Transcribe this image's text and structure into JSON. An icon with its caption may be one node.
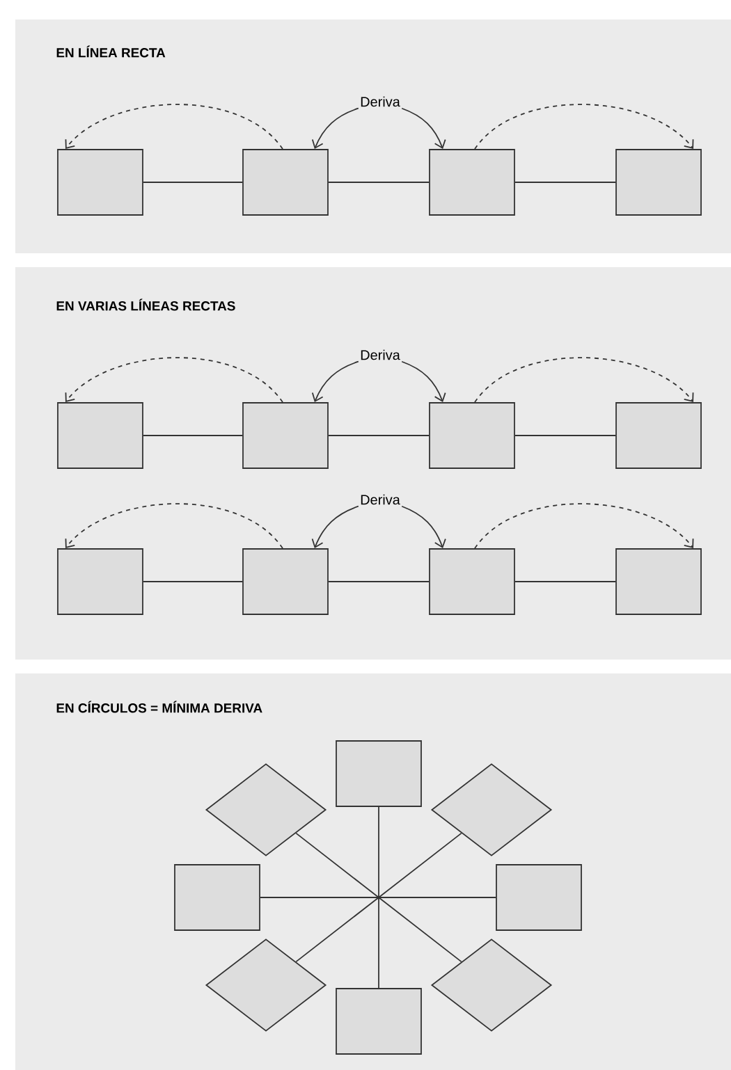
{
  "diagram": {
    "nodes": [
      {
        "text": [
          "EN LÍNEA RECTA"
        ]
      },
      {
        "text": [],
        "shape": "box",
        "in": 0
      },
      {
        "text": [],
        "shape": "box",
        "in": 0
      },
      {
        "text": [],
        "shape": "box",
        "in": 0
      },
      {
        "text": [],
        "shape": "box",
        "in": 0
      },
      {
        "text": [
          "Deriva"
        ],
        "in": 0
      },
      {
        "text": [
          "EN VARIAS LÍNEAS RECTAS"
        ]
      },
      {
        "text": [],
        "shape": "box",
        "in": 6
      },
      {
        "text": [],
        "shape": "box",
        "in": 6
      },
      {
        "text": [],
        "shape": "box",
        "in": 6
      },
      {
        "text": [],
        "shape": "box",
        "in": 6
      },
      {
        "text": [
          "Deriva"
        ],
        "in": 6
      },
      {
        "text": [],
        "shape": "box",
        "in": 6
      },
      {
        "text": [],
        "shape": "box",
        "in": 6
      },
      {
        "text": [],
        "shape": "box",
        "in": 6
      },
      {
        "text": [],
        "shape": "box",
        "in": 6
      },
      {
        "text": [
          "Deriva"
        ],
        "in": 6
      },
      {
        "text": [
          "EN CÍRCULOS = MÍNIMA DERIVA"
        ]
      },
      {
        "text": [],
        "shape": "box",
        "in": 17
      },
      {
        "text": [],
        "shape": "diamond",
        "in": 17
      },
      {
        "text": [],
        "shape": "diamond",
        "in": 17
      },
      {
        "text": [],
        "shape": "box",
        "in": 17
      },
      {
        "text": [],
        "shape": "box",
        "in": 17
      },
      {
        "text": [],
        "shape": "diamond",
        "in": 17
      },
      {
        "text": [],
        "shape": "diamond",
        "in": 17
      },
      {
        "text": [],
        "shape": "box",
        "in": 17
      },
      {
        "text": [],
        "shape": "dot",
        "in": 17
      }
    ],
    "edges": [
      {
        "from": 1,
        "to": 2,
        "arrow": "none"
      },
      {
        "from": 2,
        "to": 3,
        "arrow": "none"
      },
      {
        "from": 3,
        "to": 4,
        "arrow": "none"
      },
      {
        "from": 2,
        "to": 1,
        "arrow": "to",
        "style": "dashed"
      },
      {
        "from": 3,
        "to": 4,
        "arrow": "to",
        "style": "dashed"
      },
      {
        "from": 5,
        "to": 2,
        "arrow": "to"
      },
      {
        "from": 5,
        "to": 3,
        "arrow": "to"
      },
      {
        "from": 7,
        "to": 8,
        "arrow": "none"
      },
      {
        "from": 8,
        "to": 9,
        "arrow": "none"
      },
      {
        "from": 9,
        "to": 10,
        "arrow": "none"
      },
      {
        "from": 8,
        "to": 7,
        "arrow": "to",
        "style": "dashed"
      },
      {
        "from": 9,
        "to": 10,
        "arrow": "to",
        "style": "dashed"
      },
      {
        "from": 11,
        "to": 8,
        "arrow": "to"
      },
      {
        "from": 11,
        "to": 9,
        "arrow": "to"
      },
      {
        "from": 12,
        "to": 13,
        "arrow": "none"
      },
      {
        "from": 13,
        "to": 14,
        "arrow": "none"
      },
      {
        "from": 14,
        "to": 15,
        "arrow": "none"
      },
      {
        "from": 13,
        "to": 12,
        "arrow": "to",
        "style": "dashed"
      },
      {
        "from": 14,
        "to": 15,
        "arrow": "to",
        "style": "dashed"
      },
      {
        "from": 16,
        "to": 13,
        "arrow": "to"
      },
      {
        "from": 16,
        "to": 14,
        "arrow": "to"
      },
      {
        "from": 18,
        "to": 26,
        "arrow": "none"
      },
      {
        "from": 19,
        "to": 26,
        "arrow": "none"
      },
      {
        "from": 20,
        "to": 26,
        "arrow": "none"
      },
      {
        "from": 21,
        "to": 26,
        "arrow": "none"
      },
      {
        "from": 22,
        "to": 26,
        "arrow": "none"
      },
      {
        "from": 23,
        "to": 26,
        "arrow": "none"
      },
      {
        "from": 24,
        "to": 26,
        "arrow": "none"
      },
      {
        "from": 25,
        "to": 26,
        "arrow": "none"
      }
    ]
  }
}
